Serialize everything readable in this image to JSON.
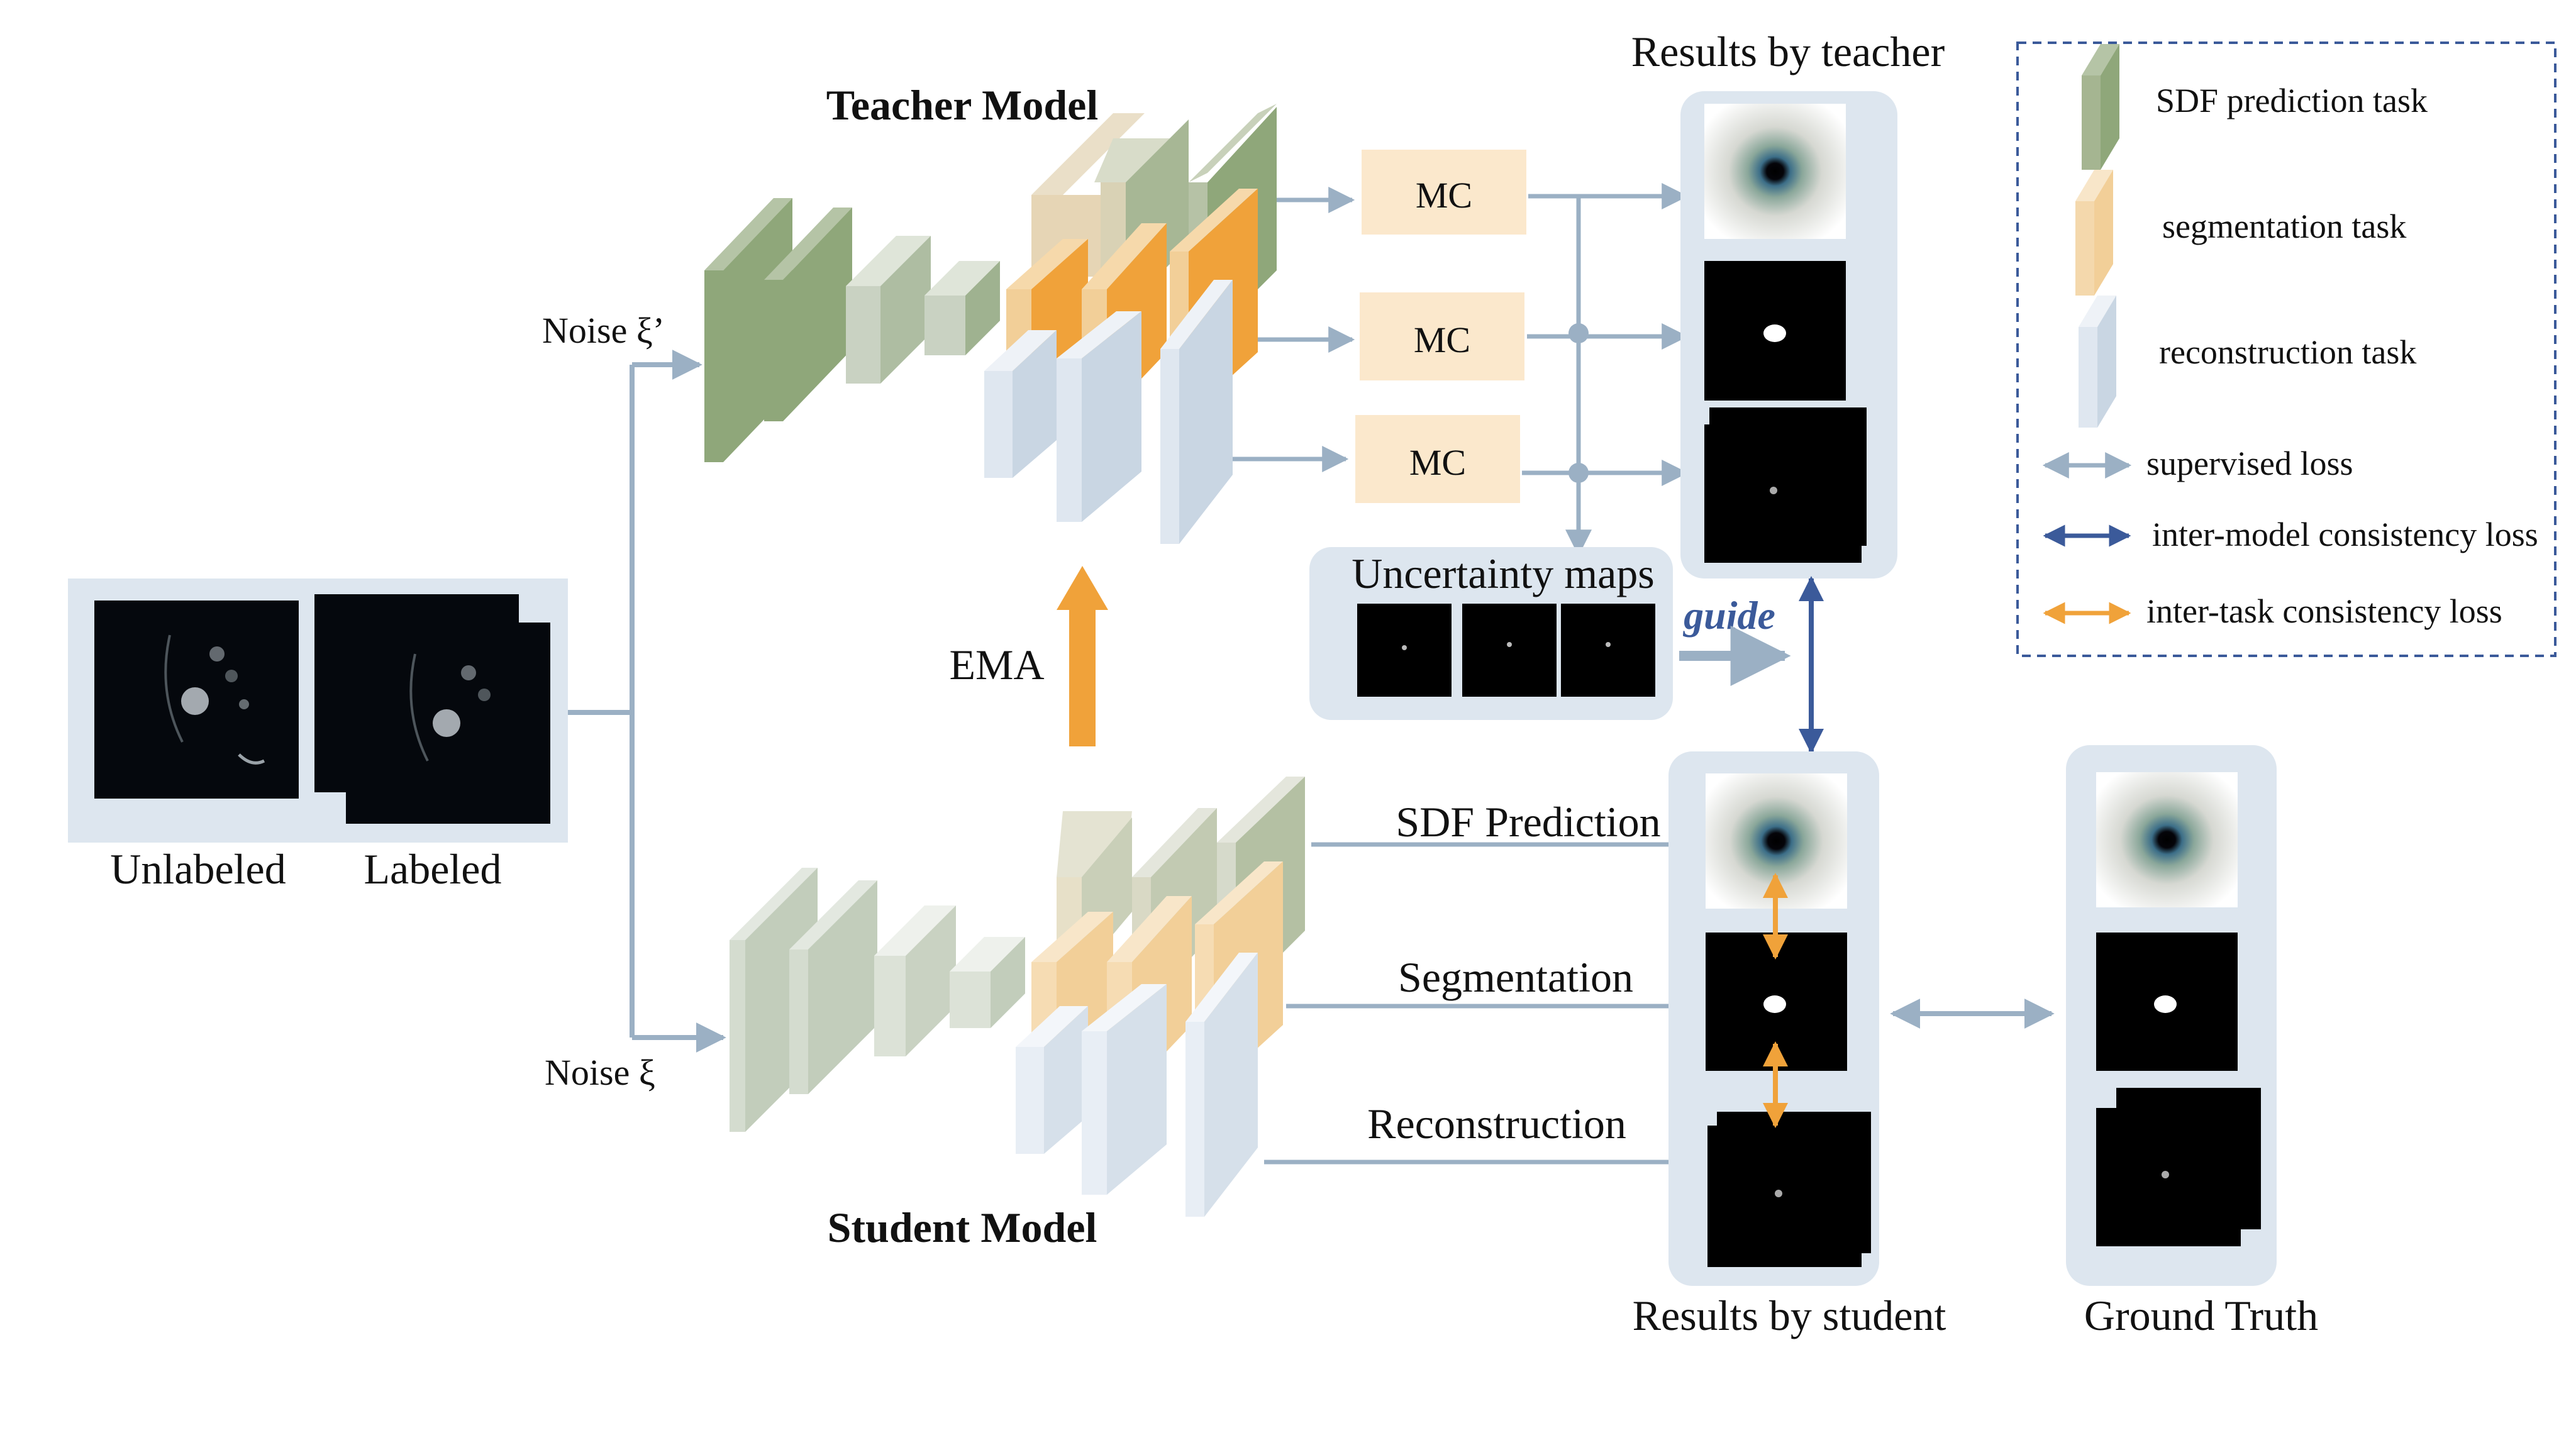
{
  "titles": {
    "teacher_model": "Teacher Model",
    "student_model": "Student Model",
    "results_teacher": "Results by teacher",
    "results_student": "Results by student",
    "ground_truth": "Ground Truth"
  },
  "inputs": {
    "unlabeled": "Unlabeled",
    "labeled": "Labeled",
    "noise_teacher": "Noise ξ’",
    "noise_student": "Noise ξ"
  },
  "mc_blocks": [
    "MC",
    "MC",
    "MC"
  ],
  "ema_label": "EMA",
  "uncertainty": {
    "title": "Uncertainty maps",
    "guide": "guide"
  },
  "student_outputs": {
    "sdf": "SDF Prediction",
    "segmentation": "Segmentation",
    "reconstruction": "Reconstruction"
  },
  "legend": {
    "items": [
      {
        "label": "SDF prediction task",
        "kind": "swatch",
        "color": "#8fa77a"
      },
      {
        "label": "segmentation task",
        "kind": "swatch",
        "color": "#f2cf98"
      },
      {
        "label": "reconstruction task",
        "kind": "swatch",
        "color": "#c9d6e3"
      },
      {
        "label": "supervised loss",
        "kind": "arrow",
        "color": "#9bb0c4"
      },
      {
        "label": "inter-model consistency loss",
        "kind": "arrow",
        "color": "#3b5a9a"
      },
      {
        "label": "inter-task consistency loss",
        "kind": "arrow",
        "color": "#f0a23a"
      }
    ]
  },
  "colors": {
    "sdf_green": "#8fa77a",
    "seg_orange": "#f0a23a",
    "seg_light": "#f2cf98",
    "recon_blue": "#c9d6e3",
    "flow_arrow": "#9bb0c4",
    "consistency_blue": "#3b5a9a",
    "panel_bg": "#dde6ef",
    "mc_fill": "#fbe8cc"
  }
}
